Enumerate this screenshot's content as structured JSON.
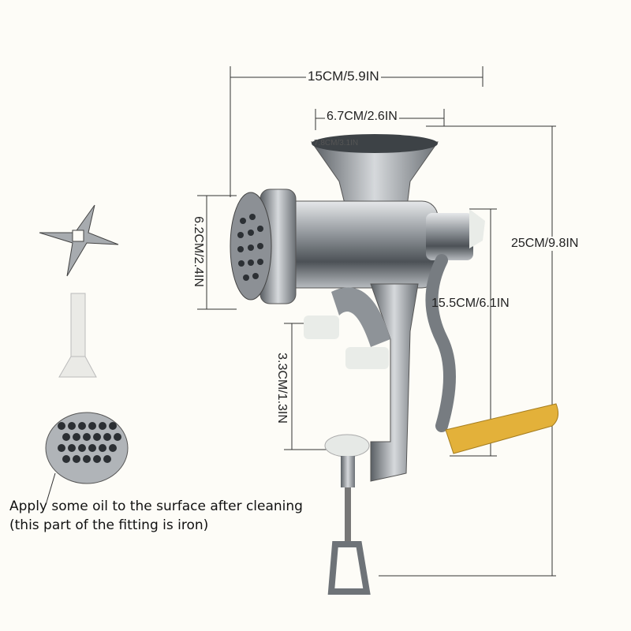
{
  "dimensions": {
    "overall_width": "15CM/5.9IN",
    "hopper_width": "6.7CM/2.6IN",
    "hopper_inner": "7.8CM/3.1IN",
    "barrel_height": "6.2CM/2.4IN",
    "total_height": "25CM/9.8IN",
    "handle_height": "15.5CM/6.1IN",
    "clamp_opening": "3.3CM/1.3IN"
  },
  "note": {
    "line1": "Apply some oil to the surface after cleaning",
    "line2": "(this part of the fitting is iron)"
  },
  "colors": {
    "metal": "#9a9ea3",
    "handle": "#e3b13a",
    "plastic": "#e9ece8"
  }
}
